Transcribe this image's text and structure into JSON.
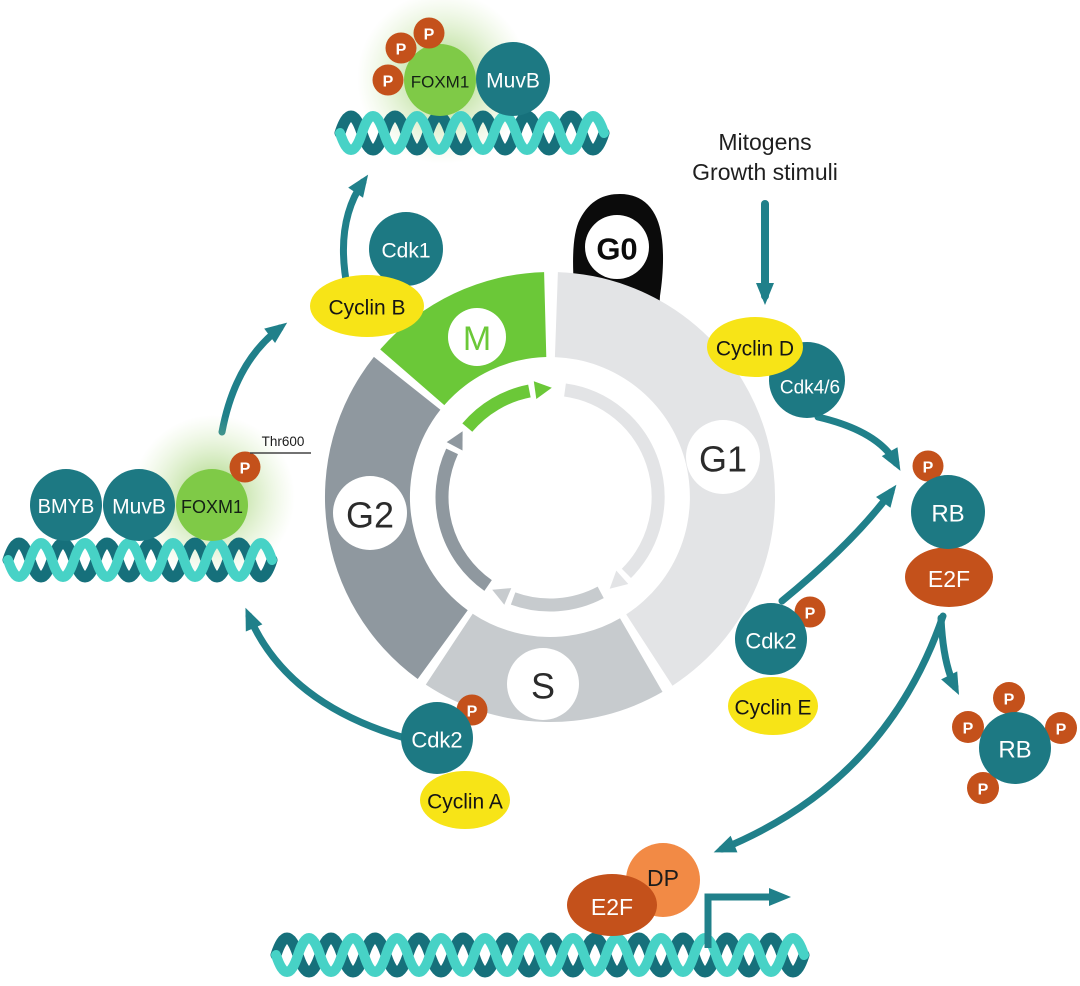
{
  "figure": "cell-cycle-foxm1-rb-e2f-pathway",
  "colors": {
    "teal": "#1d7983",
    "turquoise": "#47d2c6",
    "arrow_teal": "#20808a",
    "yellow": "#f7e417",
    "foxm1_green": "#7fca47",
    "m_green": "#6bc838",
    "rust_orange": "#c4511b",
    "dp_orange": "#f28a45",
    "g1_gray": "#e3e4e6",
    "s_gray": "#c7cbce",
    "g2_gray": "#8f989f",
    "black": "#111111"
  },
  "annotations": {
    "mitogens_line1": "Mitogens",
    "mitogens_line2": "Growth stimuli",
    "phospho_label": "P",
    "site_label": "Thr600"
  },
  "cycle": {
    "phases": {
      "g0": "G0",
      "g1": "G1",
      "s": "S",
      "g2": "G2",
      "m": "M"
    }
  },
  "proteins": {
    "cdk1": "Cdk1",
    "cyclin_b": "Cyclin B",
    "cyclin_d": "Cyclin D",
    "cdk4_6": "Cdk4/6",
    "cdk2": "Cdk2",
    "cyclin_e": "Cyclin E",
    "cyclin_a": "Cyclin A",
    "rb": "RB",
    "e2f": "E2F",
    "dp": "DP",
    "foxm1": "FOXM1",
    "muvb": "MuvB",
    "bmyb": "BMYB"
  }
}
